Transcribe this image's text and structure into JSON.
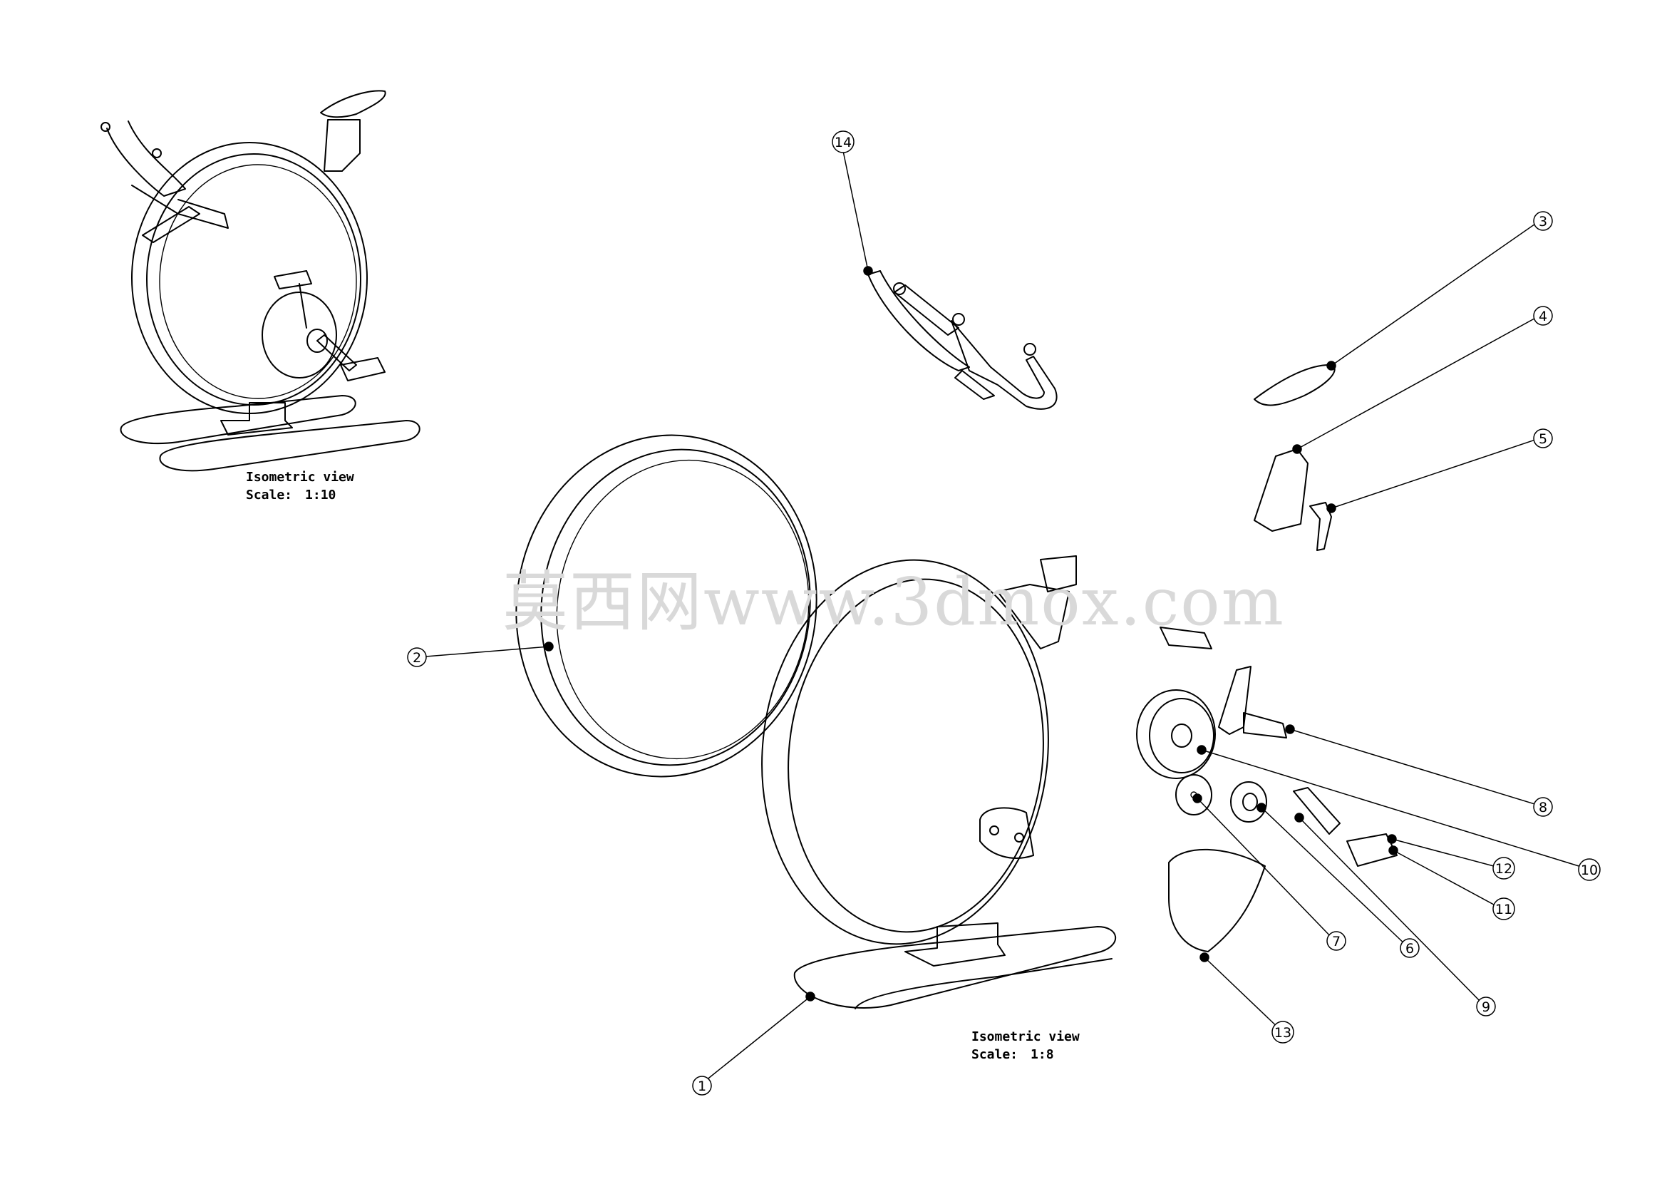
{
  "watermark": "莫西网www.3dmox.com",
  "views": [
    {
      "title": "Isometric view",
      "scale_label": "Scale:",
      "scale": "1:10"
    },
    {
      "title": "Isometric view",
      "scale_label": "Scale:",
      "scale": "1:8"
    }
  ],
  "callouts": [
    {
      "id": "callout-1",
      "label": "1"
    },
    {
      "id": "callout-2",
      "label": "2"
    },
    {
      "id": "callout-3",
      "label": "3"
    },
    {
      "id": "callout-4",
      "label": "4"
    },
    {
      "id": "callout-5",
      "label": "5"
    },
    {
      "id": "callout-6",
      "label": "6"
    },
    {
      "id": "callout-7",
      "label": "7"
    },
    {
      "id": "callout-8",
      "label": "8"
    },
    {
      "id": "callout-9",
      "label": "9"
    },
    {
      "id": "callout-10",
      "label": "10"
    },
    {
      "id": "callout-11",
      "label": "11"
    },
    {
      "id": "callout-12",
      "label": "12"
    },
    {
      "id": "callout-13",
      "label": "13"
    },
    {
      "id": "callout-14",
      "label": "14"
    }
  ]
}
